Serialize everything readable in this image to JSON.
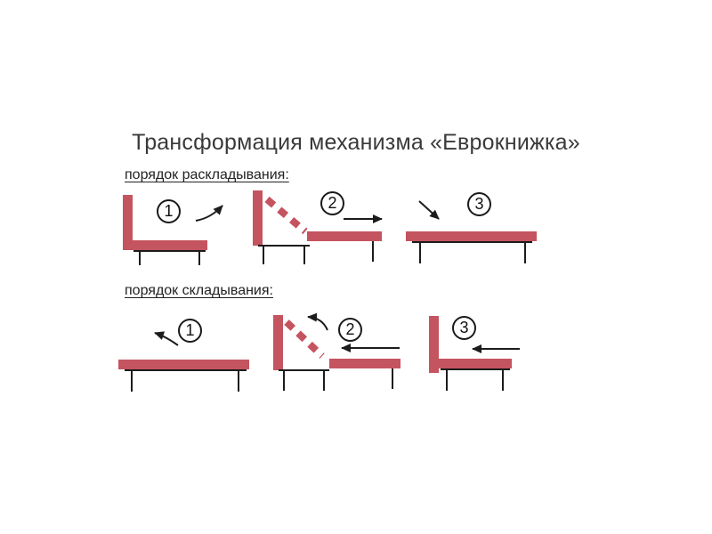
{
  "title": "Трансформация механизма «Еврокнижка»",
  "sections": [
    {
      "label": "порядок раскладывания:",
      "steps": [
        {
          "number": "1"
        },
        {
          "number": "2"
        },
        {
          "number": "3"
        }
      ]
    },
    {
      "label": "порядок складывания:",
      "steps": [
        {
          "number": "1"
        },
        {
          "number": "2"
        },
        {
          "number": "3"
        }
      ]
    }
  ],
  "colors": {
    "accent": "#c4545f",
    "frame": "#1c1c1c",
    "text": "#3a3a3a"
  }
}
